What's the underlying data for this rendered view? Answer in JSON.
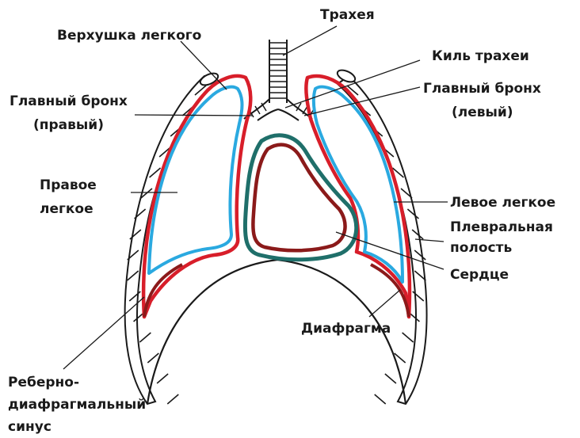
{
  "colors": {
    "visceral_pleura": "#2aa9e0",
    "parietal_pleura": "#d81e2a",
    "pericardium_outer": "#8b1a1a",
    "pericardium_inner": "#1f6f6a",
    "outline": "#1a1a1a"
  },
  "labels": {
    "trachea": "Трахея",
    "apex": "Верхушка легкого",
    "carina": "Киль трахеи",
    "right_bronchus_1": "Главный бронх",
    "right_bronchus_2": "(правый)",
    "left_bronchus_1": "Главный бронх",
    "left_bronchus_2": "(левый)",
    "right_lung_1": "Правое",
    "right_lung_2": "легкое",
    "left_lung": "Левое легкое",
    "pleural_cavity_1": "Плевральная",
    "pleural_cavity_2": "полость",
    "heart": "Сердце",
    "diaphragm": "Диафрагма",
    "sinus_1": "Реберно-",
    "sinus_2": "диафрагмальный",
    "sinus_3": "синус"
  }
}
